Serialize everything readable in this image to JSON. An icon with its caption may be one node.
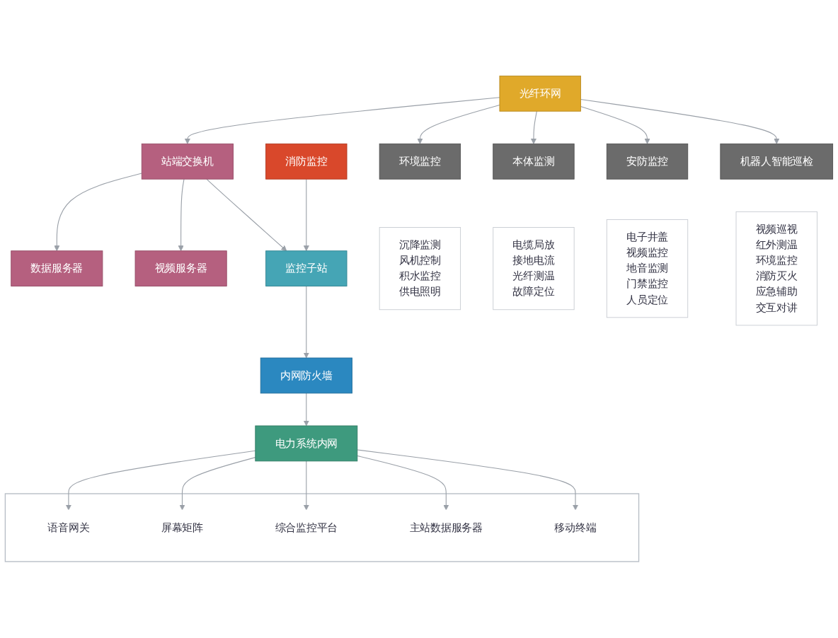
{
  "diagram": {
    "nodes": [
      {
        "text": [],
        "shape": "box"
      },
      {
        "text": [
          "语音网关"
        ],
        "in": 0
      },
      {
        "text": [
          "屏幕矩阵"
        ],
        "in": 0
      },
      {
        "text": [
          "综合监控平台"
        ],
        "in": 0
      },
      {
        "text": [
          "主站数据服务器"
        ],
        "in": 0
      },
      {
        "text": [
          "移动终端"
        ],
        "in": 0
      },
      {
        "text": [
          "电力系统内网"
        ]
      },
      {
        "text": [
          "数据服务器"
        ]
      },
      {
        "text": [
          "站端交换机"
        ]
      },
      {
        "text": [
          "内网防火墙"
        ]
      },
      {
        "text": [
          "监控子站"
        ]
      },
      {
        "text": [
          "视频服务器"
        ]
      },
      {
        "text": [
          "消防监控"
        ]
      },
      {
        "text": [
          "光纤环网"
        ]
      },
      {
        "text": [
          "环境监控"
        ]
      },
      {
        "text": [
          "本体监测"
        ]
      },
      {
        "text": [
          "安防监控"
        ]
      },
      {
        "text": [
          "机器人智能巡检"
        ]
      },
      {
        "text": [
          "沉降监测",
          "风机控制",
          "积水监控",
          "供电照明"
        ]
      },
      {
        "text": [
          "电缆局放",
          "接地电流",
          "光纤测温",
          "故障定位"
        ]
      },
      {
        "text": [
          "电子井盖",
          "视频监控",
          "地音监测",
          "门禁监控",
          "人员定位"
        ]
      },
      {
        "text": [
          "视频巡视",
          "红外测温",
          "环境监控",
          "消防灭火",
          "应急辅助",
          "交互对讲"
        ]
      }
    ],
    "edges": [
      {
        "from": 6,
        "to": 1,
        "arrow": "to"
      },
      {
        "from": 6,
        "to": 2,
        "arrow": "to"
      },
      {
        "from": 6,
        "to": 3,
        "arrow": "to"
      },
      {
        "from": 6,
        "to": 4,
        "arrow": "to"
      },
      {
        "from": 6,
        "to": 5,
        "arrow": "to"
      },
      {
        "from": 9,
        "to": 6,
        "arrow": "to"
      },
      {
        "from": 8,
        "to": 7,
        "arrow": "to"
      },
      {
        "from": 8,
        "to": 11,
        "arrow": "to"
      },
      {
        "from": 8,
        "to": 10,
        "arrow": "to"
      },
      {
        "from": 10,
        "to": 9,
        "arrow": "to"
      },
      {
        "from": 12,
        "to": 10,
        "arrow": "to"
      },
      {
        "from": 13,
        "to": 8,
        "arrow": "to"
      },
      {
        "from": 13,
        "to": 14,
        "arrow": "to"
      },
      {
        "from": 13,
        "to": 15,
        "arrow": "to"
      },
      {
        "from": 13,
        "to": 16,
        "arrow": "to"
      },
      {
        "from": 13,
        "to": 17,
        "arrow": "to"
      }
    ]
  }
}
